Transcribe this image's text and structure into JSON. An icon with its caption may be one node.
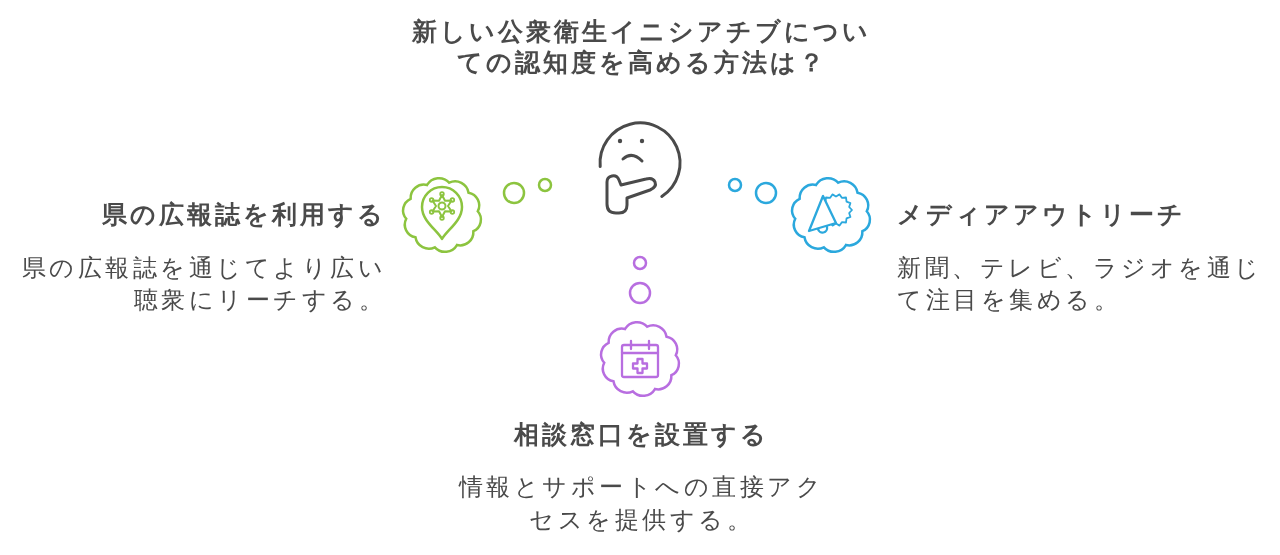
{
  "diagram": {
    "title": "新しい公衆衛生イニシアチブについての認知度を高める方法は？",
    "nodes": [
      {
        "text": [
          "県の広報誌を利用する",
          "県の広報誌を通じてより広い聴衆にリーチする。"
        ]
      },
      {
        "text": [
          "メディアアウトリーチ",
          "新聞、テレビ、ラジオを通じて注目を集める。"
        ]
      },
      {
        "text": [
          "相談窓口を設置する",
          "情報とサポートへの直接アクセスを提供する。"
        ]
      }
    ]
  }
}
